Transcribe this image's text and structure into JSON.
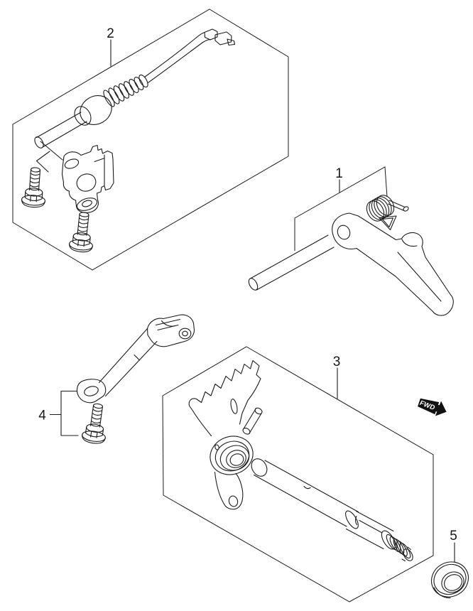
{
  "diagram": {
    "background": "#ffffff",
    "line_color": "#1b1b1b",
    "callouts": [
      {
        "label": "1"
      },
      {
        "label": "2"
      },
      {
        "label": "3"
      },
      {
        "label": "4"
      },
      {
        "label": "5"
      }
    ],
    "direction_marker": {
      "label": "FWD",
      "fill": "#111111",
      "text_color": "#ffffff"
    }
  }
}
